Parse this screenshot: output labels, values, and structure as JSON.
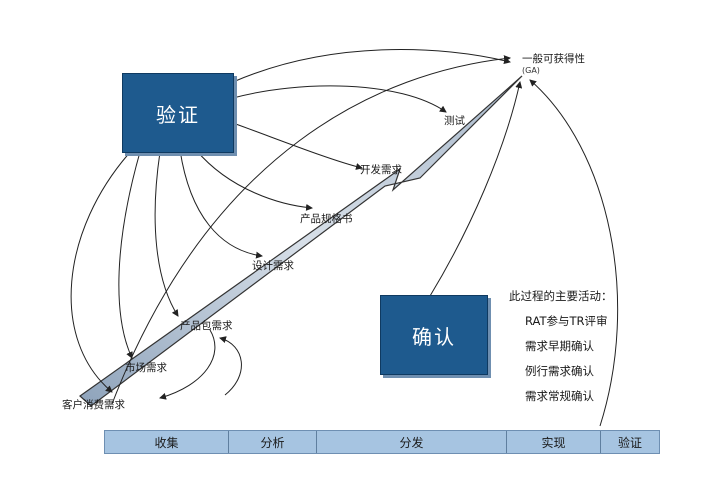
{
  "boxes": {
    "verification": "验证",
    "validation": "确认"
  },
  "milestones": {
    "customer_needs": "客户消费需求",
    "market_needs": "市场需求",
    "product_needs": "产品包需求",
    "design_needs": "设计需求",
    "product_spec": "产品规格书",
    "dev_needs": "开发需求",
    "testing": "测试",
    "ga": "一般可获得性",
    "ga_abbr": "(GA)"
  },
  "activities": {
    "title": "此过程的主要活动：",
    "items": [
      "RAT参与TR评审",
      "需求早期确认",
      "例行需求确认",
      "需求常规确认"
    ]
  },
  "phases": [
    "收集",
    "分析",
    "分发",
    "实现",
    "验证"
  ],
  "colors": {
    "box_fill": "#1e5a8e",
    "arrow_fill": "#b8c6d6",
    "phase_fill": "#a6c4e1",
    "line": "#222222"
  }
}
